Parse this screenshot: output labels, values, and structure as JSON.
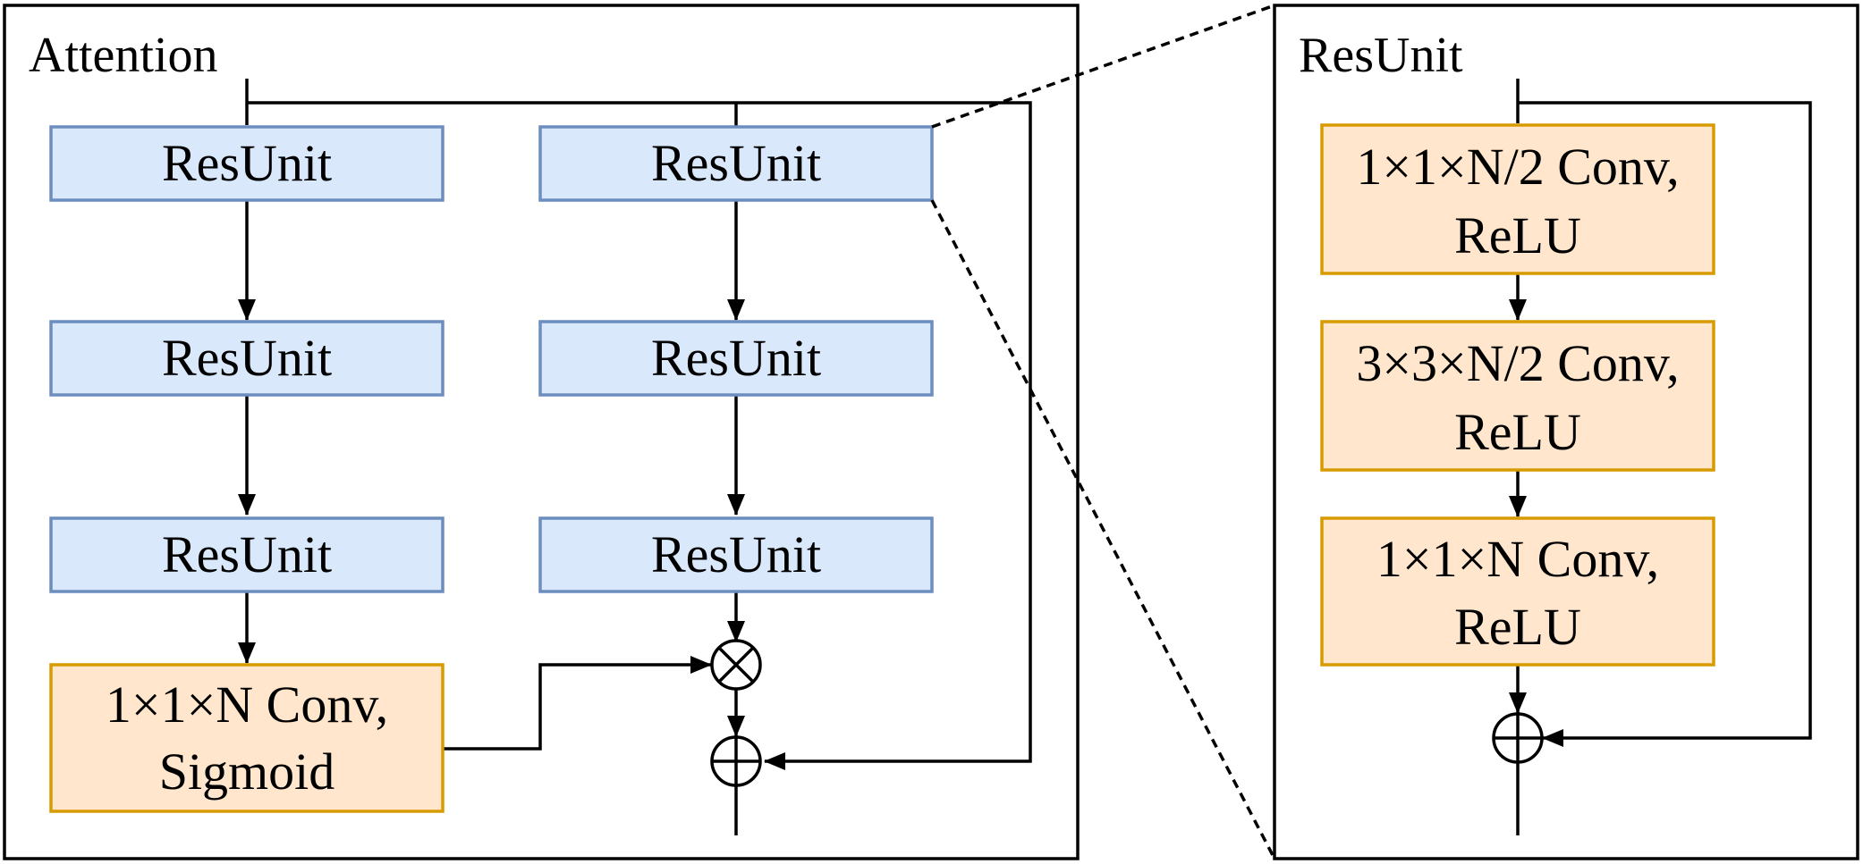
{
  "attention": {
    "title": "Attention",
    "col1": [
      "ResUnit",
      "ResUnit",
      "ResUnit"
    ],
    "col2": [
      "ResUnit",
      "ResUnit",
      "ResUnit"
    ],
    "sigmoid_conv": {
      "line1": "1×1×N Conv,",
      "line2": "Sigmoid"
    }
  },
  "resunit": {
    "title": "ResUnit",
    "conv1": {
      "line1": "1×1×N/2 Conv,",
      "line2": "ReLU"
    },
    "conv2": {
      "line1": "3×3×N/2 Conv,",
      "line2": "ReLU"
    },
    "conv3": {
      "line1": "1×1×N Conv,",
      "line2": "ReLU"
    }
  },
  "colors": {
    "blue_fill": "#dae8fc",
    "blue_stroke": "#6c8ebf",
    "orange_fill": "#ffe6cc",
    "orange_stroke": "#d79b00"
  }
}
